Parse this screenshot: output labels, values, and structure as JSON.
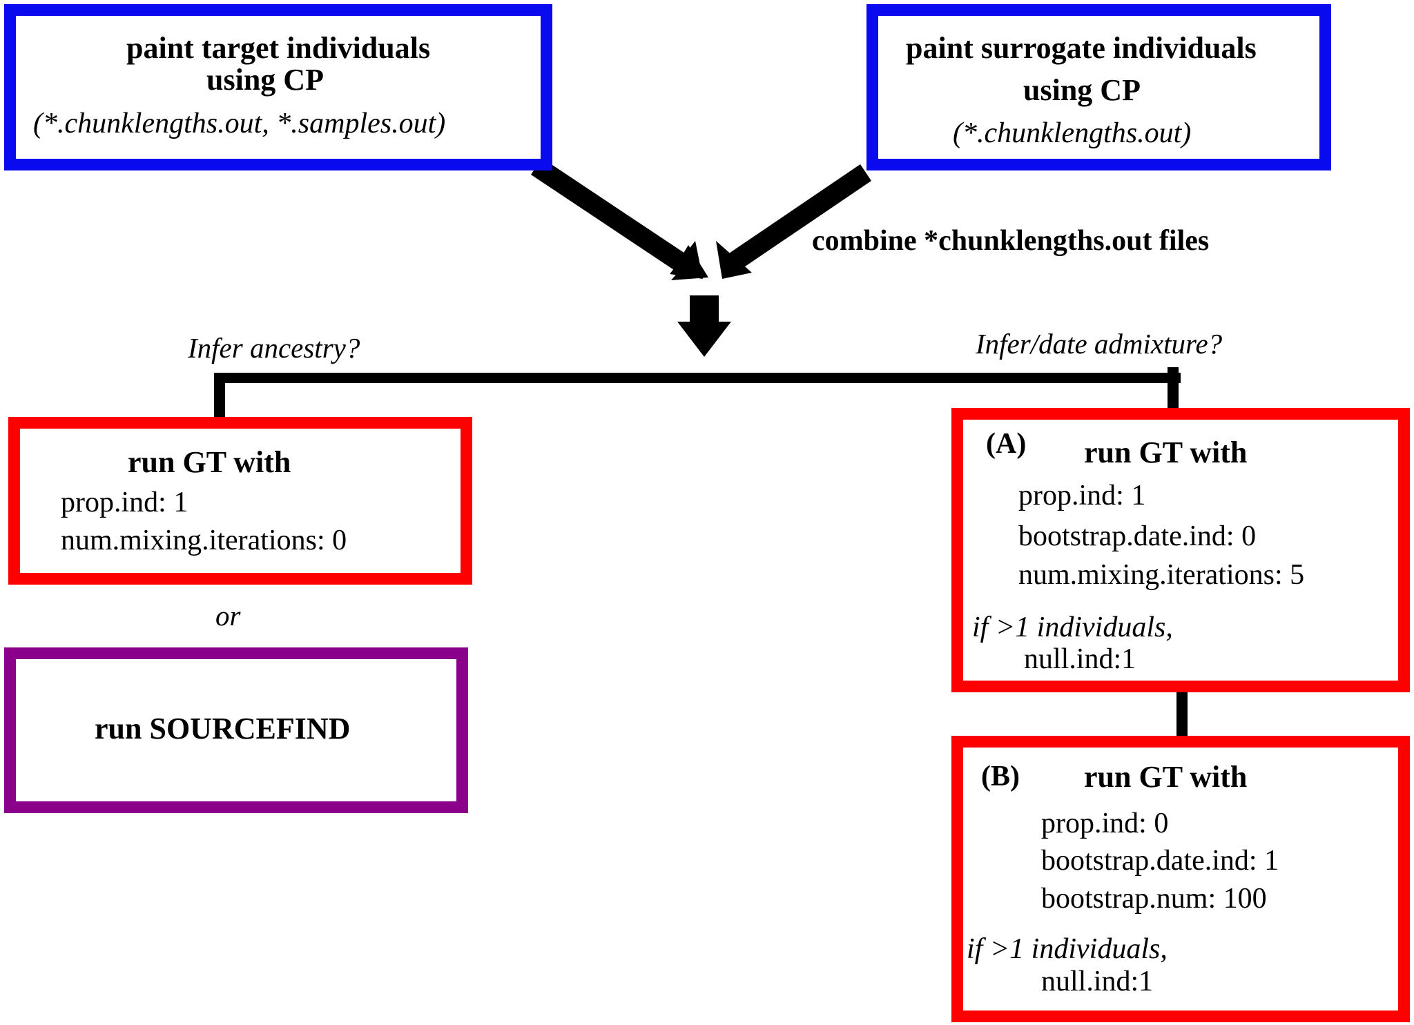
{
  "target_box": {
    "title_line1": "paint target individuals",
    "title_line2": "using CP",
    "files": "(*.chunklengths.out, *.samples.out)"
  },
  "surrogate_box": {
    "title_line1": "paint surrogate individuals",
    "title_line2": "using CP",
    "files": "(*.chunklengths.out)"
  },
  "combine_label": "combine *chunklengths.out files",
  "branch_left_label": "Infer ancestry?",
  "branch_right_label": "Infer/date admixture?",
  "gt_ancestry_box": {
    "title": "run GT with",
    "lines": [
      "prop.ind: 1",
      "num.mixing.iterations: 0"
    ]
  },
  "or_label": "or",
  "sourcefind_box": {
    "title": "run SOURCEFIND"
  },
  "gt_a_box": {
    "tag": "(A)",
    "title": "run GT with",
    "lines": [
      "prop.ind: 1",
      "bootstrap.date.ind: 0",
      "num.mixing.iterations: 5"
    ],
    "condition": "if >1 individuals,",
    "null_line": "null.ind:1"
  },
  "gt_b_box": {
    "tag": "(B)",
    "title": "run GT with",
    "lines": [
      "prop.ind: 0",
      "bootstrap.date.ind: 1",
      "bootstrap.num: 100"
    ],
    "condition": "if >1 individuals,",
    "null_line": "null.ind:1"
  },
  "colors": {
    "paint_box_border": "#0a0aee",
    "gt_box_border": "#ff0000",
    "sourcefind_box_border": "#8b008b",
    "arrows_and_lines": "#000000"
  }
}
